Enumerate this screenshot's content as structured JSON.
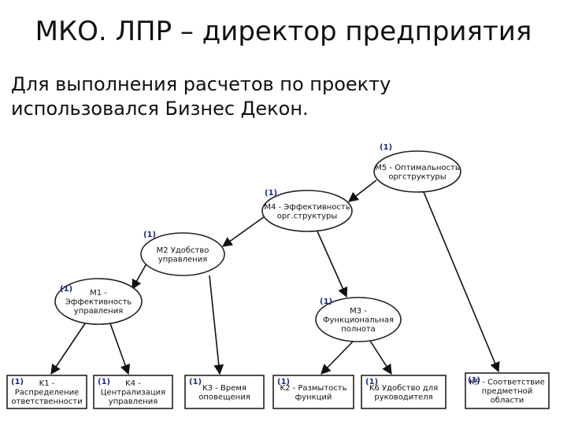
{
  "slide": {
    "title": "МКО. ЛПР – директор предприятия",
    "body_lines": [
      "Для выполнения расчетов по проекту",
      "использовался Бизнес Декон."
    ]
  },
  "diagram": {
    "nodes": [
      {
        "id": "M5",
        "weight": "(1)",
        "lines": [
          "M5 - Оптимальность",
          "оргструктуры"
        ]
      },
      {
        "id": "M4",
        "weight": "(1)",
        "lines": [
          "M4 - Эффективность",
          "орг.структуры"
        ]
      },
      {
        "id": "M2",
        "weight": "(1)",
        "lines": [
          "M2   Удобство",
          "управления"
        ]
      },
      {
        "id": "M1",
        "weight": "(1)",
        "lines": [
          "M1 -",
          "Эффективность",
          "управления"
        ]
      },
      {
        "id": "M3",
        "weight": "(1)",
        "lines": [
          "M3 -",
          "Функциональная",
          "полнота"
        ]
      },
      {
        "id": "K1",
        "weight": "(1)",
        "lines": [
          "K1 -",
          "Распределение",
          "ответственности"
        ]
      },
      {
        "id": "K4",
        "weight": "(1)",
        "lines": [
          "K4 -",
          "Централизация",
          "управления"
        ]
      },
      {
        "id": "K3",
        "weight": "(1)",
        "lines": [
          "K3 - Время",
          "оповещения"
        ]
      },
      {
        "id": "K2",
        "weight": "(1)",
        "lines": [
          "K2 - Размытость",
          "функций"
        ]
      },
      {
        "id": "K6",
        "weight": "(1)",
        "lines": [
          "K6   Удобство для",
          "руководителя"
        ]
      },
      {
        "id": "K5",
        "weight": "(1)",
        "lines": [
          "K5 - Соответствие",
          "предметной",
          "области"
        ]
      }
    ],
    "edges": [
      [
        "M5",
        "M4"
      ],
      [
        "M5",
        "K5"
      ],
      [
        "M4",
        "M2"
      ],
      [
        "M4",
        "M3"
      ],
      [
        "M2",
        "M1"
      ],
      [
        "M2",
        "K3"
      ],
      [
        "M1",
        "K1"
      ],
      [
        "M1",
        "K4"
      ],
      [
        "M3",
        "K2"
      ],
      [
        "M3",
        "K6"
      ]
    ]
  }
}
